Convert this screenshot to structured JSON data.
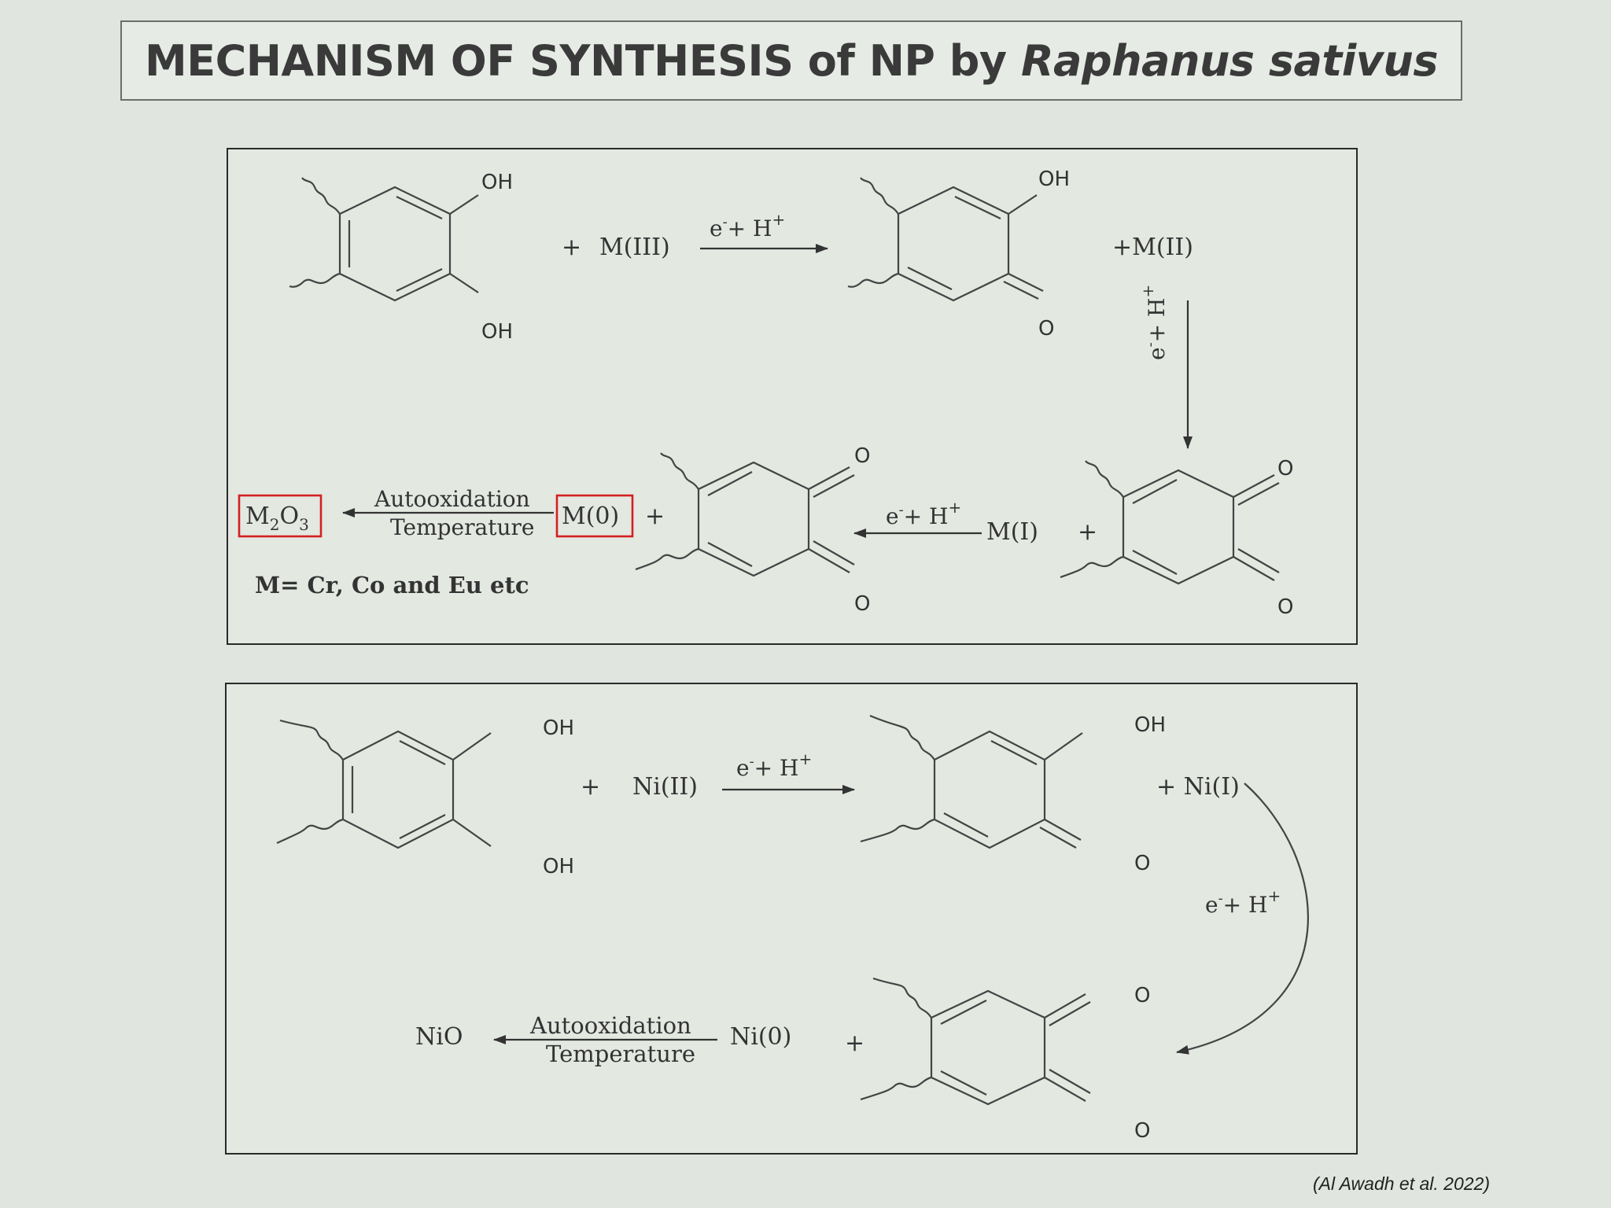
{
  "title": {
    "main": "MECHANISM OF SYNTHESIS of NP by ",
    "species": "Raphanus sativus"
  },
  "citation": "(Al Awadh et al. 2022)",
  "scheme1": {
    "oh_1": "OH",
    "oh_2": "OH",
    "oh_3": "OH",
    "o_1": "O",
    "o_2": "O",
    "o_3": "O",
    "o_4": "O",
    "o_5": "O",
    "plus_1": "+",
    "plus_2": "+",
    "plus_3": "+",
    "reactant": "M(III)",
    "arrow_1": "e",
    "h_plus": "+ H",
    "product_1": "+M(II)",
    "product_2": "M(I)",
    "product_3": "M(0)",
    "final": "M",
    "final_sub_1": "2",
    "final_o": "O",
    "final_sub_2": "3",
    "condition_top": "Autooxidation",
    "condition_bottom": "Temperature",
    "metals_note": "M= Cr, Co and Eu etc",
    "highlight_color": "#d42020"
  },
  "scheme2": {
    "oh_1": "OH",
    "oh_2": "OH",
    "oh_3": "OH",
    "o_1": "O",
    "o_2": "O",
    "o_3": "O",
    "plus_1": "+",
    "plus_2": "+",
    "reactant": "Ni(II)",
    "electron": "e",
    "h_plus": "+ H",
    "product_1": "+ Ni(I)",
    "product_2": "Ni(0)",
    "final": "NiO",
    "condition_top": "Autooxidation",
    "condition_bottom": "Temperature"
  }
}
